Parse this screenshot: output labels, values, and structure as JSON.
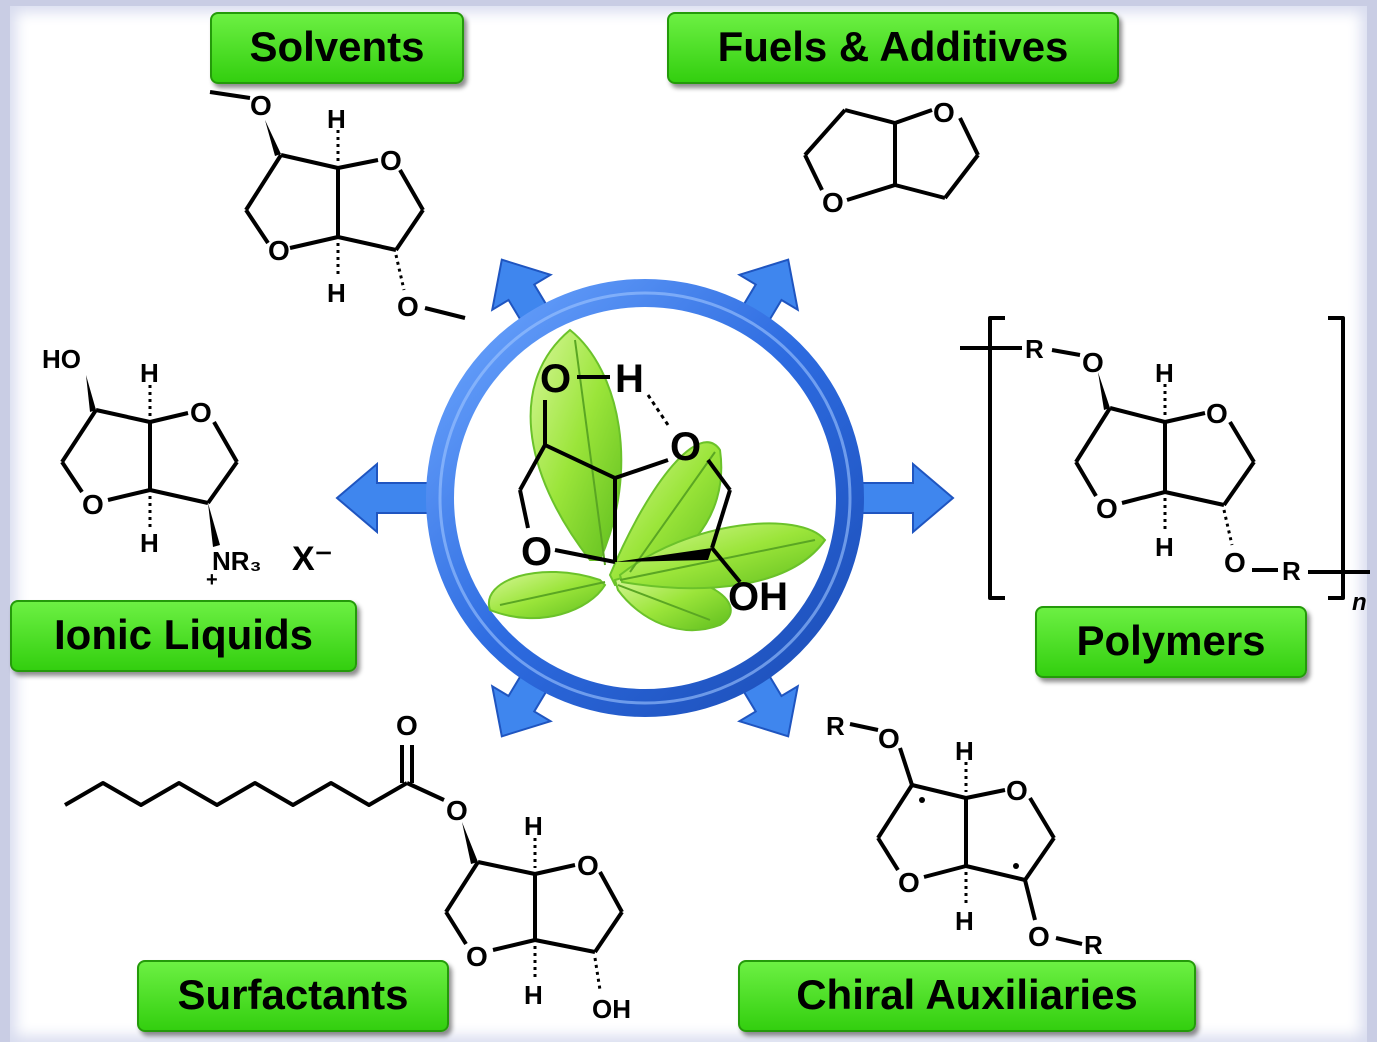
{
  "labels": {
    "solvents": "Solvents",
    "fuels": "Fuels & Additives",
    "ionic_liquids": "Ionic Liquids",
    "polymers": "Polymers",
    "surfactants": "Surfactants",
    "chiral_auxiliaries": "Chiral Auxiliaries"
  },
  "atoms": {
    "O": "O",
    "H": "H",
    "HO": "HO",
    "OH": "OH",
    "R": "R",
    "NR3": "NR₃",
    "X": "X⁻",
    "plus": "+",
    "n": "n"
  },
  "colors": {
    "label_green": "#44dd1c",
    "ring_blue": "#2f6fe0",
    "arrow_blue": "#3f86ee",
    "leaf_green": "#9be53a"
  }
}
